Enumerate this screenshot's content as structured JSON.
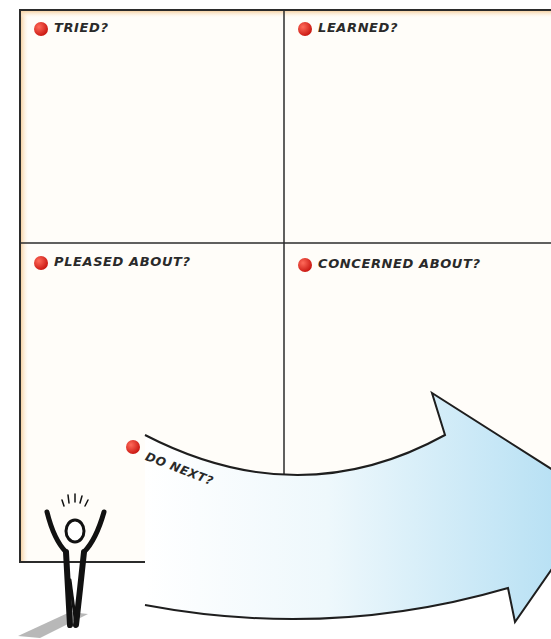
{
  "diagram": {
    "nodes": [
      {
        "text": [
          "TRIED?"
        ]
      },
      {
        "text": [
          "LEARNED?"
        ]
      },
      {
        "text": [
          "PLEASED ABOUT?"
        ]
      },
      {
        "text": [
          "CONCERNED ABOUT?"
        ]
      }
    ],
    "labels": [
      "DO NEXT?"
    ]
  }
}
